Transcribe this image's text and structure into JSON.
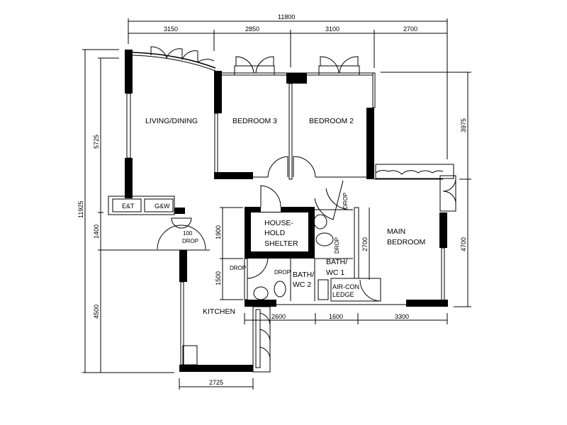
{
  "rooms": {
    "living": "LIVING/DINING",
    "bedroom3": "BEDROOM 3",
    "bedroom2": "BEDROOM 2",
    "main_bedroom_1": "MAIN",
    "main_bedroom_2": "BEDROOM",
    "shelter_1": "HOUSE-",
    "shelter_2": "HOLD",
    "shelter_3": "SHELTER",
    "bath1_1": "BATH/",
    "bath1_2": "WC 1",
    "bath2_1": "BATH/",
    "bath2_2": "WC 2",
    "aircon_1": "AIR-CON",
    "aircon_2": "LEDGE",
    "kitchen": "KITCHEN",
    "et": "E&T",
    "gw": "G&W"
  },
  "annotations": {
    "drop": "DROP",
    "hundred": "100"
  },
  "dimensions": {
    "overall_width": "11800",
    "top": [
      "3150",
      "2850",
      "3100",
      "2700"
    ],
    "overall_height": "11925",
    "left": [
      "5725",
      "1400",
      "4500"
    ],
    "right": [
      "3975",
      "4700"
    ],
    "inner_vertical": [
      "1900",
      "1500",
      "2700"
    ],
    "bottom": [
      "2600",
      "1600",
      "3300"
    ],
    "kitchen_width": "2725"
  }
}
